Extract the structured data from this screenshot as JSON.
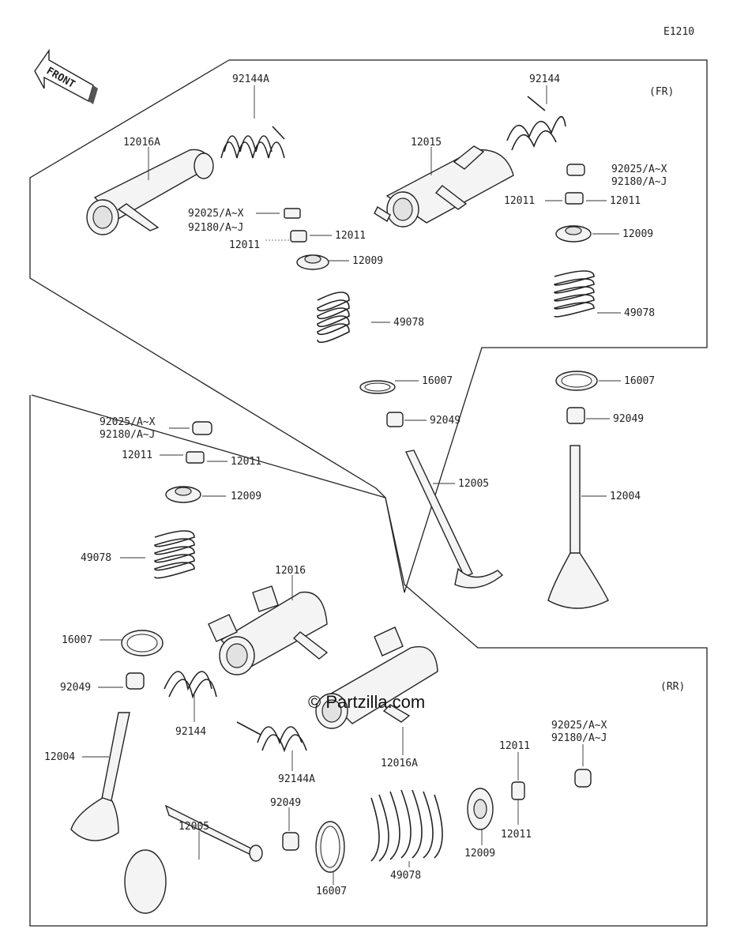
{
  "diagram_code": "E1210",
  "front_label": "FRONT",
  "section_fr": "(FR)",
  "section_rr": "(RR)",
  "watermark": "© Partzilla.com",
  "labels": {
    "fr_92144A": "92144A",
    "fr_12016A": "12016A",
    "fr_92025": "92025/A~X",
    "fr_92180": "92180/A~J",
    "fr_12011_l1": "12011",
    "fr_12011_l2": "12011",
    "fr_12009_l": "12009",
    "fr_49078_l": "49078",
    "fr_16007_l": "16007",
    "fr_92049_l": "92049",
    "fr_12005": "12005",
    "fr_92144": "92144",
    "fr_12015": "12015",
    "fr_92025_r": "92025/A~X",
    "fr_92180_r": "92180/A~J",
    "fr_12011_r1": "12011",
    "fr_12011_r2": "12011",
    "fr_12009_r": "12009",
    "fr_49078_r": "49078",
    "fr_16007_r": "16007",
    "fr_92049_r": "92049",
    "fr_12004": "12004",
    "rr_92025": "92025/A~X",
    "rr_92180": "92180/A~J",
    "rr_12011_a": "12011",
    "rr_12011_b": "12011",
    "rr_12009_l": "12009",
    "rr_49078_l": "49078",
    "rr_12016": "12016",
    "rr_16007_l": "16007",
    "rr_92049_l": "92049",
    "rr_92144": "92144",
    "rr_12004": "12004",
    "rr_92144A": "92144A",
    "rr_12016A": "12016A",
    "rr_12005": "12005",
    "rr_92049_b": "92049",
    "rr_16007_b": "16007",
    "rr_49078_b": "49078",
    "rr_12009_b": "12009",
    "rr_12011_c": "12011",
    "rr_12011_d": "12011",
    "rr_92025_r": "92025/A~X",
    "rr_92180_r": "92180/A~J"
  }
}
